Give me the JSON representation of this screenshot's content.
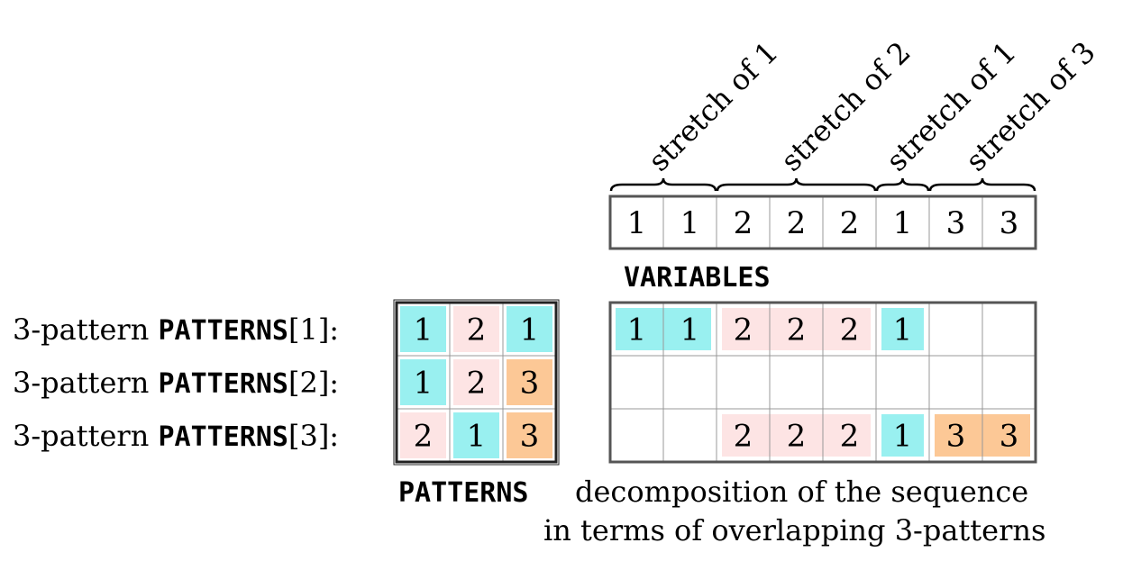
{
  "colors": {
    "one": "#99f0f0",
    "two": "#fde4e4",
    "three": "#fcc896",
    "border": "#555555",
    "grid": "#999999"
  },
  "stretch_labels": [
    "stretch of 1",
    "stretch of 2",
    "stretch of 1",
    "stretch of 3"
  ],
  "variables": {
    "title": "VARIABLES",
    "values": [
      "1",
      "1",
      "2",
      "2",
      "2",
      "1",
      "3",
      "3"
    ]
  },
  "patterns": {
    "title": "PATTERNS",
    "rows": [
      {
        "prefix": "3-pattern ",
        "name": "PATTERNS",
        "index": "[1]:",
        "values": [
          "1",
          "2",
          "1"
        ]
      },
      {
        "prefix": "3-pattern ",
        "name": "PATTERNS",
        "index": "[2]:",
        "values": [
          "1",
          "2",
          "3"
        ]
      },
      {
        "prefix": "3-pattern ",
        "name": "PATTERNS",
        "index": "[3]:",
        "values": [
          "2",
          "1",
          "3"
        ]
      }
    ]
  },
  "decomposition": {
    "caption_line1": "decomposition of the sequence",
    "caption_line2": "in terms of overlapping 3-patterns",
    "rows": [
      [
        "1",
        "1",
        "2",
        "2",
        "2",
        "1",
        "",
        ""
      ],
      [
        "",
        "",
        "",
        "",
        "",
        "",
        "",
        ""
      ],
      [
        "",
        "",
        "2",
        "2",
        "2",
        "1",
        "3",
        "3"
      ]
    ]
  }
}
